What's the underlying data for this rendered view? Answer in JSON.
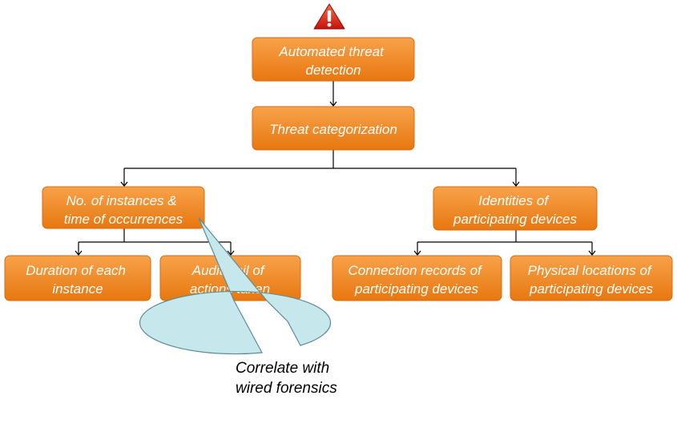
{
  "diagram": {
    "colors": {
      "box_top": "#f8a24a",
      "box_bottom": "#e8770f",
      "box_text": "#ffffff",
      "callout_fill": "#c6e8ec",
      "callout_stroke": "#5a8e96",
      "warning_top": "#ff6a4a",
      "warning_bottom": "#c4140a"
    },
    "warning_icon": "warning-triangle-icon",
    "nodes": {
      "automated_threat_detection": [
        "Automated threat",
        "detection"
      ],
      "threat_categorization": [
        "Threat categorization"
      ],
      "instances_time": [
        "No. of instances &",
        "time of occurrences"
      ],
      "identities_devices": [
        "Identities of",
        "participating devices"
      ],
      "duration_instance": [
        "Duration of each",
        "instance"
      ],
      "audit_trail": [
        "Audit trail of",
        "actions taken"
      ],
      "connection_records": [
        "Connection records of",
        "participating devices"
      ],
      "physical_locations": [
        "Physical locations of",
        "participating devices"
      ]
    },
    "callout": [
      "Correlate with",
      "wired forensics"
    ]
  }
}
